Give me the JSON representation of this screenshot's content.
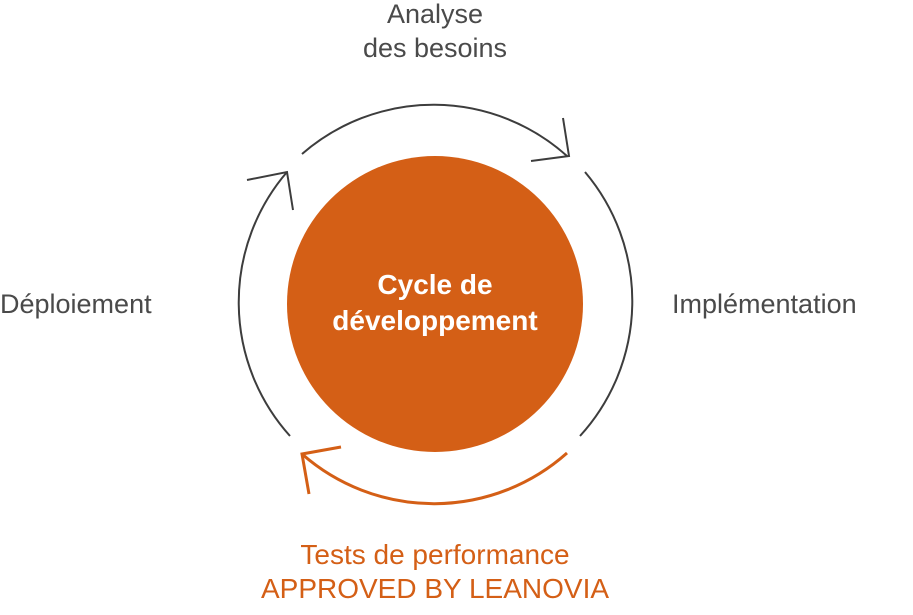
{
  "center": {
    "line1": "Cycle de",
    "line2": "développement"
  },
  "stages": {
    "top": {
      "line1": "Analyse",
      "line2": "des besoins"
    },
    "right": {
      "label": "Implémentation"
    },
    "bottom": {
      "line1": "Tests de performance",
      "line2": "APPROVED BY LEANOVIA"
    },
    "left": {
      "label": "Déploiement"
    }
  },
  "colors": {
    "accent": "#d45f16",
    "ring": "#3d3d3d",
    "text": "#4a4a4a",
    "center_text": "#ffffff",
    "background": "#ffffff"
  }
}
